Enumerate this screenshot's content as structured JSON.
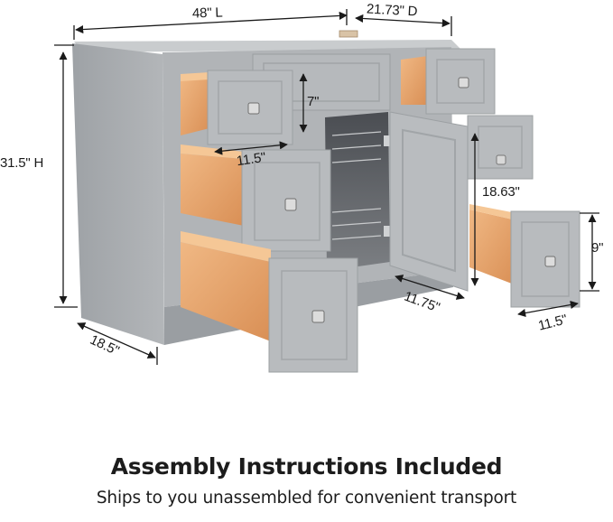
{
  "dimensions": {
    "length": "48\" L",
    "depth": "21.73\" D",
    "height": "31.5\" H",
    "side_depth": "18.5\"",
    "drawer_height": "7\"",
    "drawer_width": "11.5\"",
    "door_height": "18.63\"",
    "door_width": "11.75\"",
    "lower_drawer_height": "9\"",
    "lower_drawer_width": "11.5\""
  },
  "caption": {
    "headline": "Assembly Instructions Included",
    "subline": "Ships to you unassembled for convenient transport"
  },
  "colors": {
    "cabinet_gray": "#a9adb0",
    "cabinet_light": "#c4c7ca",
    "cabinet_dark": "#8d9195",
    "drawer_wood": "#e8a66e",
    "text": "#1c1c1c"
  }
}
